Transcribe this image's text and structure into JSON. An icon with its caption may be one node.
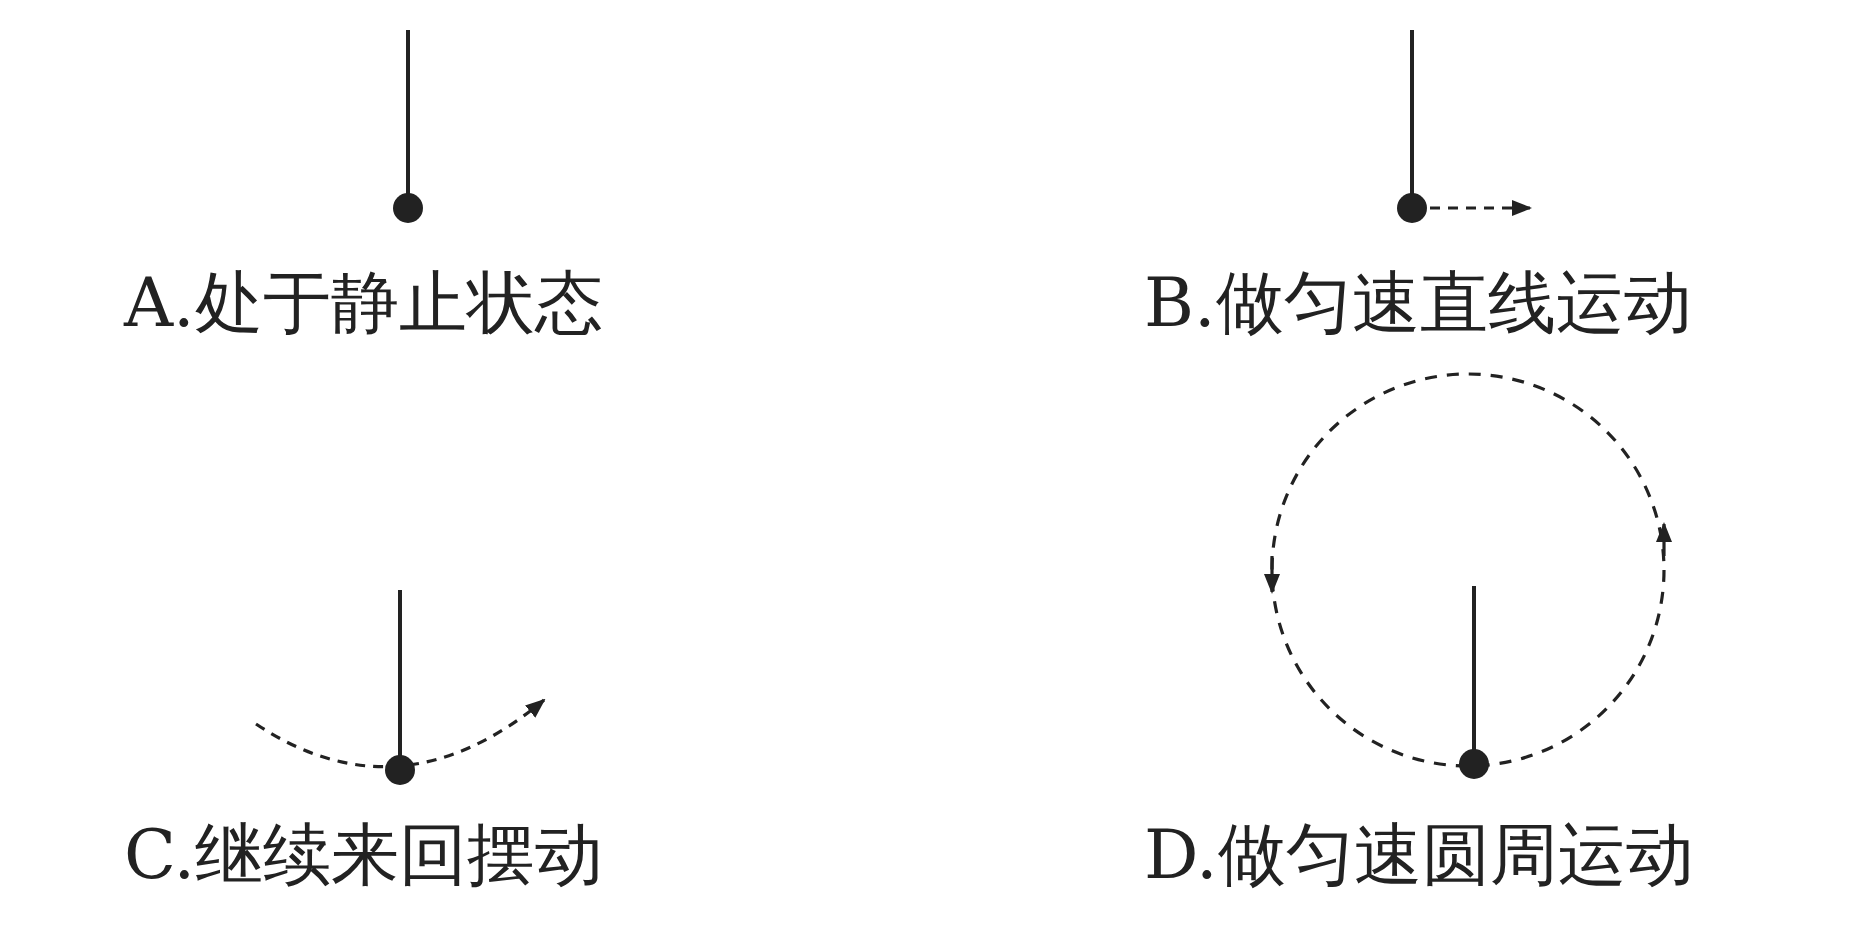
{
  "diagram": {
    "labels": [
      "A.处于静止状态",
      "B.做匀速直线运动",
      "C.继续来回摆动",
      "D.做匀速圆周运动"
    ]
  }
}
